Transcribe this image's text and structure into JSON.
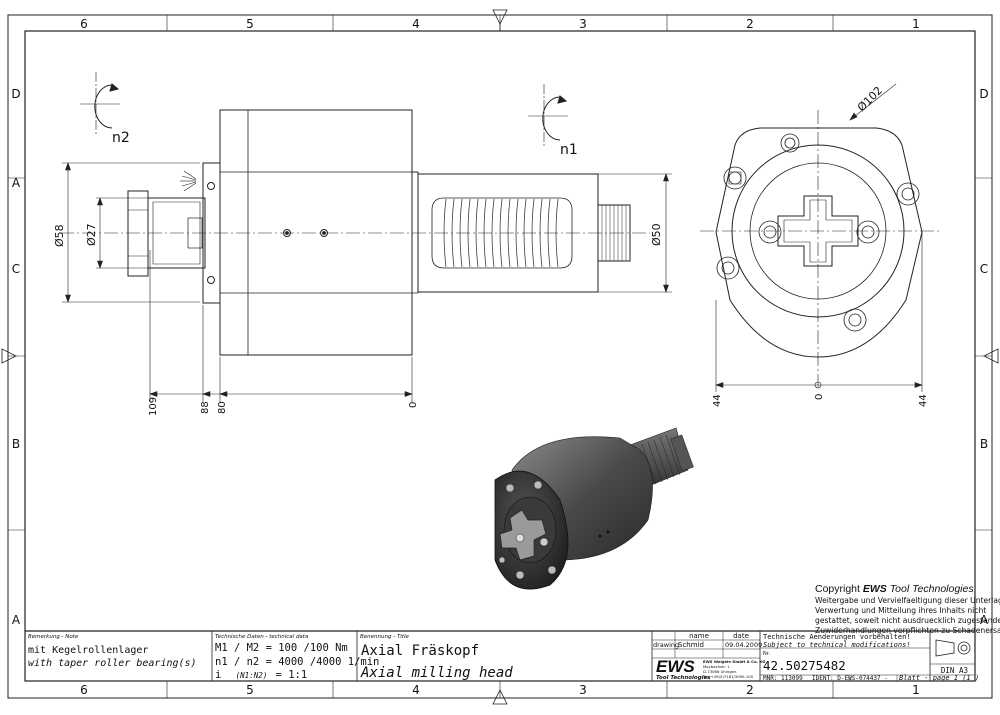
{
  "frame": {
    "columns": [
      "6",
      "5",
      "4",
      "3",
      "2",
      "1"
    ],
    "rows_left": [
      "D",
      "A",
      "C",
      "B",
      "A"
    ],
    "rows_right": [
      "D",
      "C",
      "B",
      "A"
    ]
  },
  "side_view": {
    "rotation_left": "n2",
    "rotation_right": "n1",
    "dim_d58": "Ø58",
    "dim_d27": "Ø27",
    "dim_d50": "Ø50",
    "dim_109": "109",
    "dim_88": "88",
    "dim_80": "80",
    "dim_0": "0"
  },
  "end_view": {
    "dim_d102": "Ø102",
    "dim_left": "44",
    "dim_center": "0",
    "dim_right": "44"
  },
  "copyright": {
    "line1_prefix": "Copyright",
    "line1_brand": "EWS",
    "line1_suffix": "Tool Technologies",
    "lines": [
      "Weitergabe und Vervielfaeltigung dieser Unterlage,",
      "Verwertung und Mitteilung ihres Inhalts nicht",
      "gestattet, soweit nicht ausdruecklich zugestanden.",
      "Zuwiderhandlungen verpflichten zu Schadenersatz."
    ]
  },
  "title_block": {
    "remark_label": "Bemerkung - Note",
    "remark_de": "mit Kegelrollenlager",
    "remark_en": "with taper roller bearing(s)",
    "tech_label": "Technische Daten - technical data",
    "tech_line1": "M1 / M2 = 100 /100 Nm",
    "tech_line2": "n1 / n2 = 4000 /4000  1/min",
    "tech_line3_prefix": "i",
    "tech_line3_mid": "(N1:N2)",
    "tech_line3_val": "= 1:1",
    "title_label": "Benennung - Title",
    "title_de": "Axial Fräskopf",
    "title_en": "Axial milling head",
    "col_name": "name",
    "col_date": "date",
    "row_drawing": "drawing",
    "drawn_by": "Schmid",
    "drawn_date": "09.04.2009",
    "logo": "EWS",
    "logo_sub": "Tool Technologies",
    "company_lines": [
      "EWS Weigele GmbH & Co. KG",
      "Maybachstr. 1",
      "D-73066 Uhingen",
      "Tel. +49(0)7161/3090-100"
    ],
    "notice_de": "Technische Aenderungen vorbehalten!",
    "notice_en": "Subject to technical modifications!",
    "nr_label": "Nr.",
    "part_number": "42.50275482",
    "mnr": "MNR: 113099",
    "ident": "IDENT: D-EWS-074437 -",
    "page": "Blatt - page  1 (1 )",
    "din": "DIN A3"
  }
}
